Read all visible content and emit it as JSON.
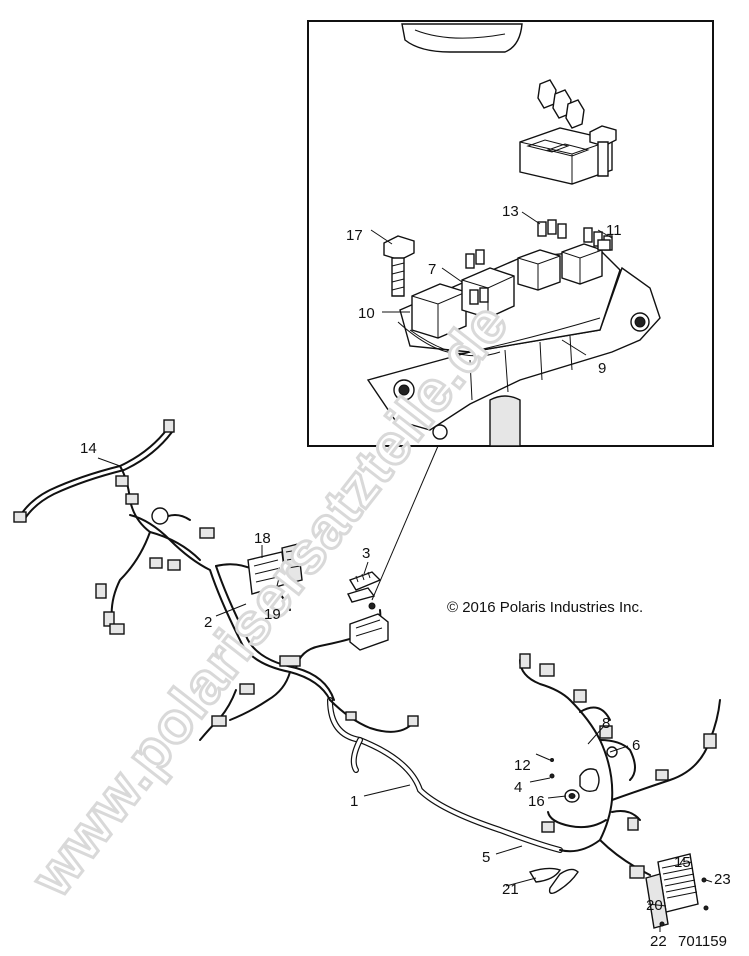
{
  "watermark": "www.polarisersatzteile.de",
  "copyright": "© 2016 Polaris Industries Inc.",
  "figure_id": "701159",
  "callouts": {
    "c1": "1",
    "c2": "2",
    "c3": "3",
    "c4": "4",
    "c5": "5",
    "c6": "6",
    "c7": "7",
    "c8": "8",
    "c9": "9",
    "c10": "10",
    "c11": "11",
    "c12": "12",
    "c13": "13",
    "c14": "14",
    "c15": "15",
    "c16": "16",
    "c17": "17",
    "c18": "18",
    "c19": "19",
    "c20": "20",
    "c21": "21",
    "c22": "22",
    "c23": "23"
  }
}
